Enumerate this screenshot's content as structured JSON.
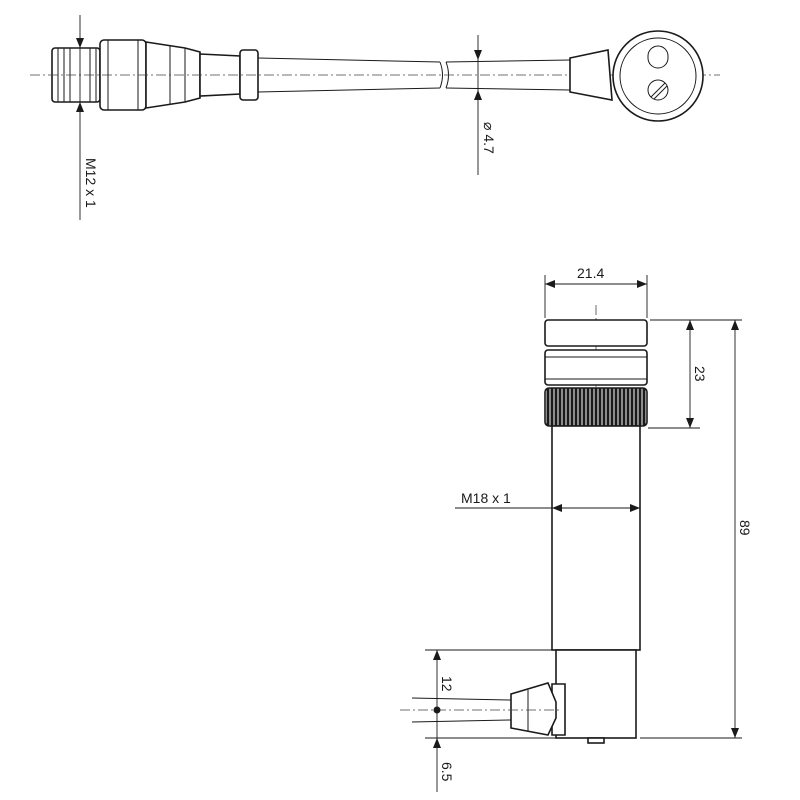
{
  "dimensions": {
    "m12_thread": "M12 x 1",
    "cable_diameter": "⌀ 4.7",
    "width": "21.4",
    "head_height": "23",
    "total_length": "89",
    "m18_thread": "M18 x 1",
    "cable_offset": "12",
    "bottom_offset": "6.5"
  }
}
